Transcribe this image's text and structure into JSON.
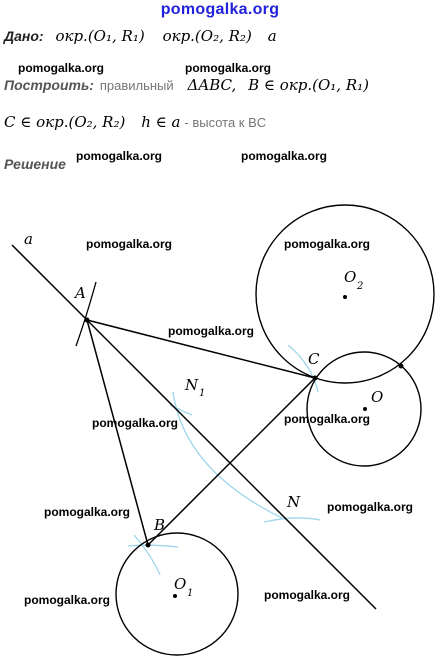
{
  "header": {
    "site": "pomogalka.org"
  },
  "given": {
    "label": "Дано",
    "colon": ":",
    "circle1": "окр.(O₁, R₁)",
    "circle2": "окр.(O₂, R₂)",
    "line": "a"
  },
  "construct": {
    "label": "Построить",
    "colon": ":",
    "text": "правильный",
    "triangle": "ΔABC,",
    "cond_b": "B ∈ окр.(O₁, R₁)",
    "cond_c": "C ∈ окр.(O₂, R₂)",
    "cond_h": "h ∈ a",
    "tail": "- высота к BC"
  },
  "solution": {
    "label": "Решение"
  },
  "watermark": "pomogalka.org",
  "points": {
    "A": "A",
    "B": "B",
    "C": "C",
    "N": "N",
    "N1": "N",
    "N1_sub": "1",
    "O": "O",
    "O1": "O",
    "O1_sub": "1",
    "O2": "O",
    "O2_sub": "2",
    "a": "a"
  },
  "colors": {
    "construction_arc": "#9fd6ec",
    "title": "#2222dd",
    "ink": "#000000"
  }
}
